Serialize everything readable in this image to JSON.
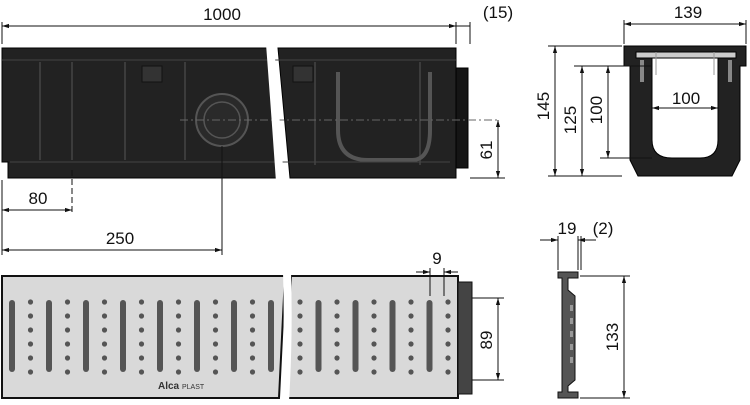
{
  "drawing": {
    "side_view": {
      "length": "1000",
      "end_offset": "(15)",
      "outlet_offset": "80",
      "outlet_center": "250",
      "outlet_height": "61"
    },
    "cross_section": {
      "width_total": "139",
      "inner_width": "100",
      "height_total": "145",
      "height_mid": "125",
      "height_inner": "100"
    },
    "grate_top": {
      "slot_pitch": "9",
      "width": "89",
      "brand_a": "Alca",
      "brand_b": "PLAST"
    },
    "grate_profile": {
      "thickness": "19",
      "offset": "(2)",
      "height": "133"
    },
    "colors": {
      "line": "#111111",
      "body": "#1f1f1f",
      "grate": "#d9d9d9"
    }
  }
}
